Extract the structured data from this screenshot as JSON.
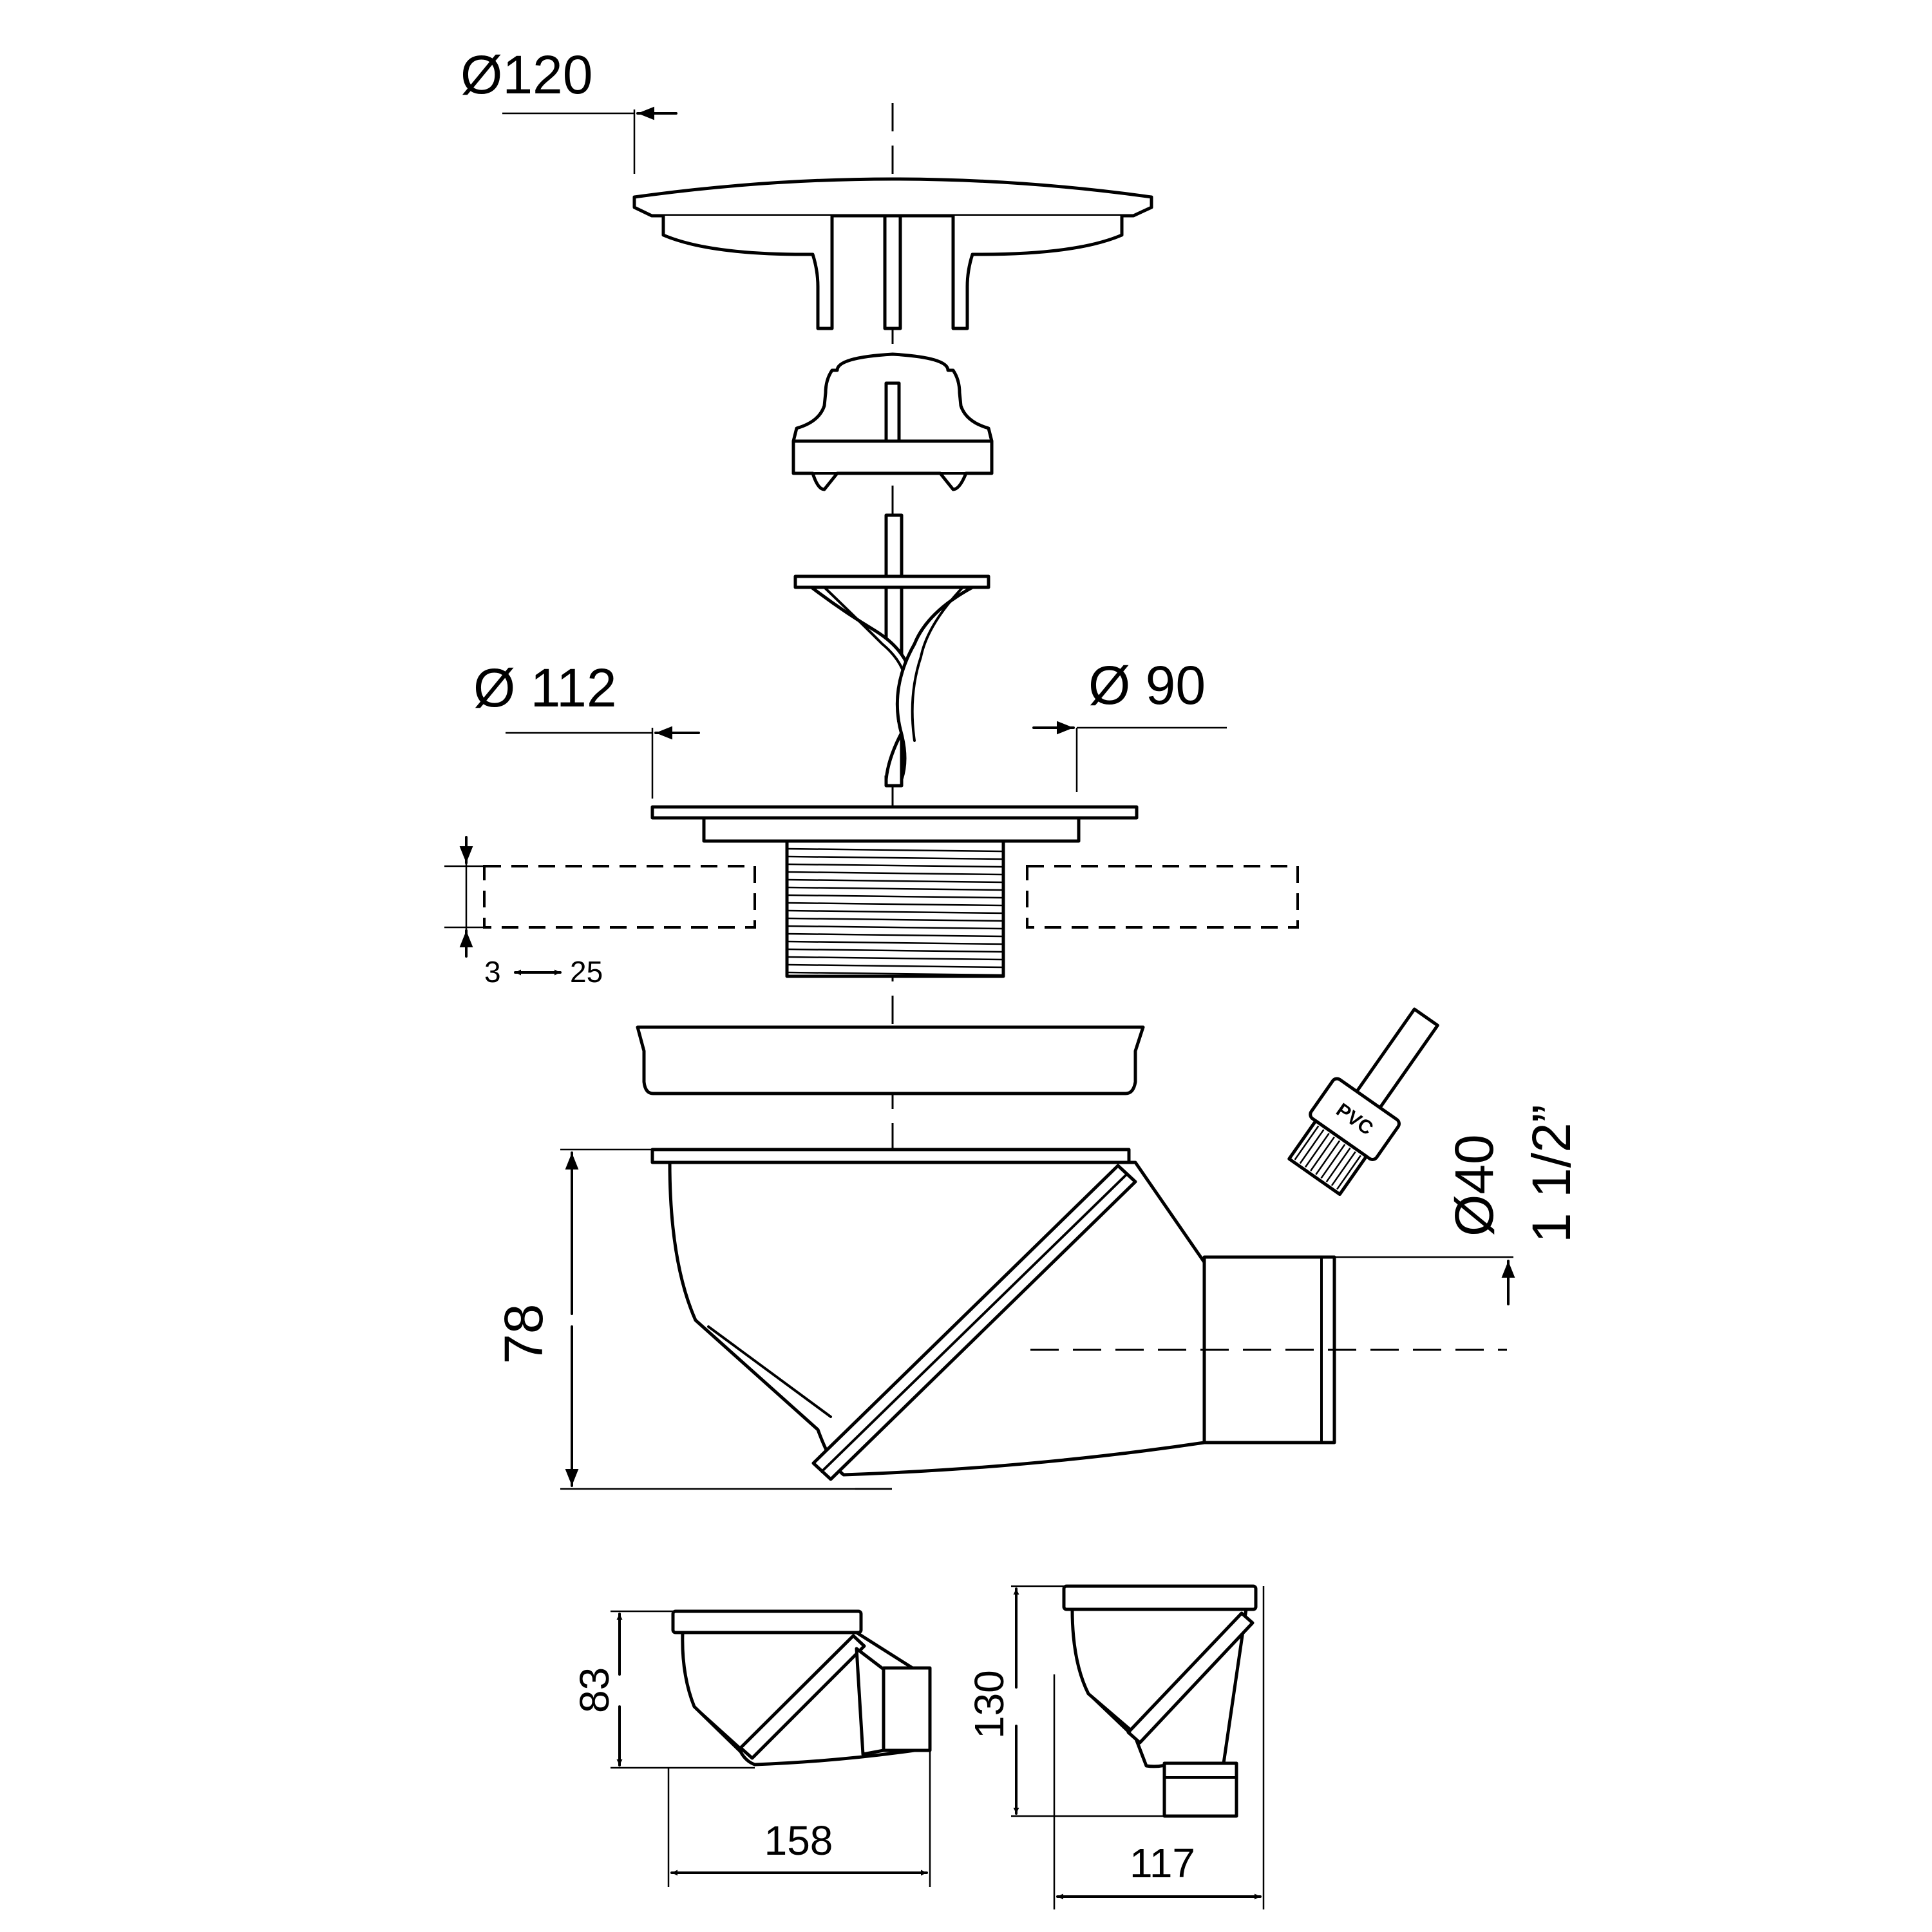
{
  "dimensions": {
    "cover_diameter": "Ø120",
    "flange_diameter": "Ø 112",
    "outlet_diameter": "Ø 90",
    "tray_thickness_range": "3",
    "tray_thickness_max": "25",
    "main_height": "78",
    "pipe_diameter": "Ø40",
    "pipe_thread": "1 1/2”",
    "small_height": "83",
    "small_width": "158",
    "vertical_height": "130",
    "vertical_width": "117"
  },
  "glue_brush_label": "PVC"
}
